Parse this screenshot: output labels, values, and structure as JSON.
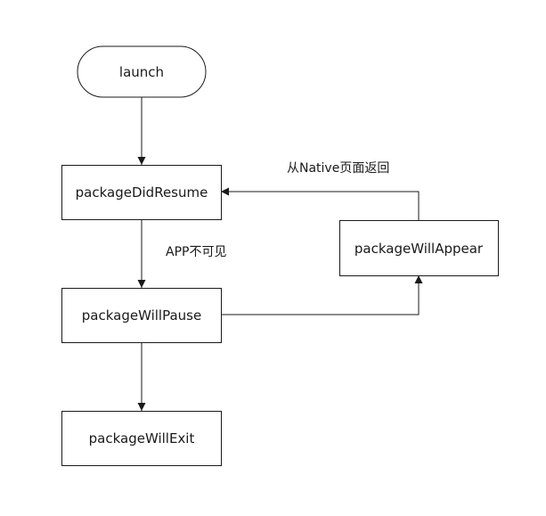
{
  "nodes": {
    "launch": "launch",
    "resume": "packageDidResume",
    "pause": "packageWillPause",
    "exit": "packageWillExit",
    "appear": "packageWillAppear"
  },
  "edge_labels": {
    "app_invisible": "APP不可见",
    "return_from_native": "从Native页面返回"
  },
  "colors": {
    "stroke": "#1a1a1a",
    "fill": "#ffffff"
  }
}
